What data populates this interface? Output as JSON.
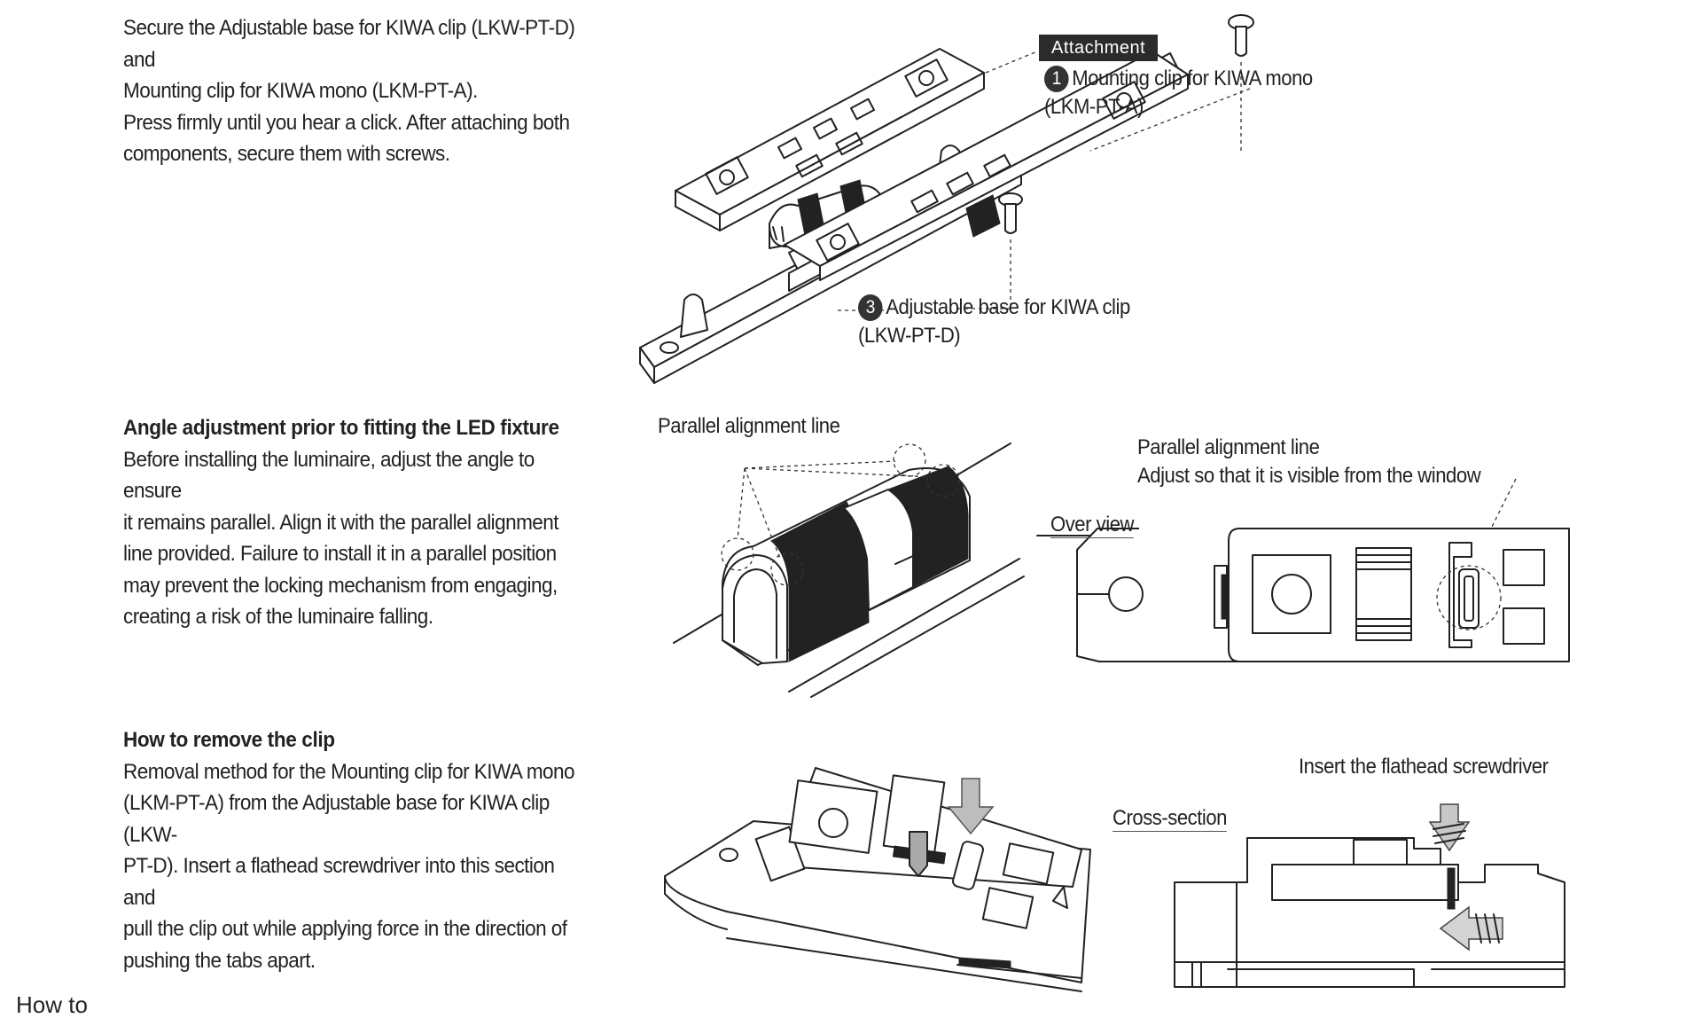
{
  "section1": {
    "lines": [
      "Secure the Adjustable base for KIWA clip (LKW-PT-D) and",
      "Mounting clip for KIWA mono (LKM-PT-A).",
      "Press firmly until you hear a click. After attaching both",
      "components, secure them with screws."
    ],
    "badge": "Attachment",
    "part1": {
      "num": "1",
      "name": "Mounting clip for KIWA mono",
      "code": "(LKM-PT-A)"
    },
    "part3": {
      "num": "3",
      "name": "Adjustable base for KIWA clip",
      "code": "(LKW-PT-D)"
    }
  },
  "section2": {
    "title": "Angle adjustment prior to fitting the LED fixture",
    "lines": [
      "Before installing the luminaire, adjust the angle to ensure",
      "it remains parallel. Align it with the parallel alignment",
      "line provided. Failure to install it in a parallel position",
      "may prevent the locking mechanism from engaging,",
      "creating a risk of the luminaire falling."
    ],
    "label_parallel": "Parallel alignment line",
    "label_parallel2": "Parallel alignment line",
    "label_adjust": "Adjust so that it is visible from the window",
    "label_overview": "Over view"
  },
  "section3": {
    "title": "How to remove the clip",
    "lines": [
      "Removal method for the Mounting clip for KIWA mono",
      "(LKM-PT-A) from the Adjustable base for KIWA clip (LKW-",
      "PT-D). Insert a flathead screwdriver into this section and",
      "pull the clip out while applying force in the direction of",
      "pushing the tabs apart."
    ],
    "label_insert": "Insert the flathead screwdriver",
    "label_cross": "Cross-section"
  },
  "footer_fragment": "How to"
}
